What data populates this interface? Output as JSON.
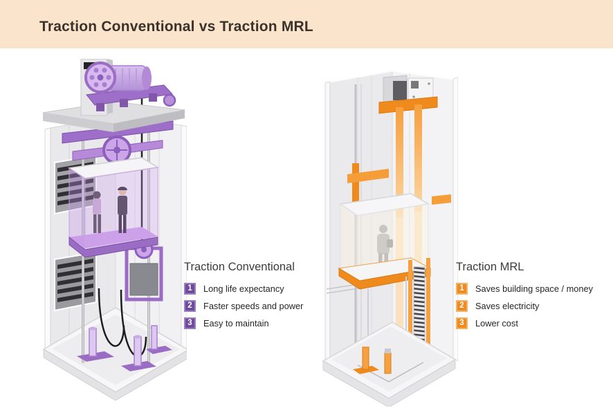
{
  "header": {
    "title": "Traction Conventional vs Traction MRL",
    "bg_color": "#fae4cb",
    "text_color": "#3c322b"
  },
  "sections": {
    "conventional": {
      "title": "Traction Conventional",
      "accent_color": "#6f4b9e",
      "illustration": "conventional-traction-elevator-cutaway",
      "items": [
        {
          "num": "1",
          "label": "Long life expectancy"
        },
        {
          "num": "2",
          "label": "Faster speeds and power"
        },
        {
          "num": "3",
          "label": "Easy to maintain"
        }
      ]
    },
    "mrl": {
      "title": "Traction MRL",
      "accent_color": "#ee8a1f",
      "illustration": "machine-room-less-traction-elevator-cutaway",
      "items": [
        {
          "num": "1",
          "label": "Saves building space / money"
        },
        {
          "num": "2",
          "label": "Saves electricity"
        },
        {
          "num": "3",
          "label": "Lower cost"
        }
      ]
    }
  }
}
